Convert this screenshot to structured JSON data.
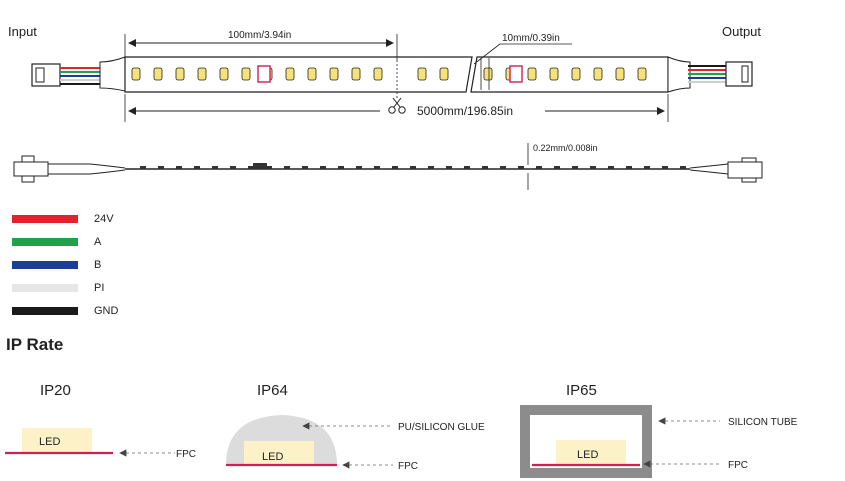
{
  "strip": {
    "input_label": "Input",
    "output_label": "Output",
    "segment_length": "100mm/3.94in",
    "pitch": "10mm/0.39in",
    "total_length": "5000mm/196.85in",
    "thickness": "0.22mm/0.008in"
  },
  "legend": [
    {
      "label": "24V",
      "color": "#e3232c"
    },
    {
      "label": "A",
      "color": "#1fa24a"
    },
    {
      "label": "B",
      "color": "#1c3e93"
    },
    {
      "label": "PI",
      "color": "#e6e6e6"
    },
    {
      "label": "GND",
      "color": "#1a1a1a"
    }
  ],
  "ip_rate": {
    "title": "IP Rate",
    "variants": [
      {
        "name": "IP20",
        "led_label": "LED",
        "pointers": [
          "FPC"
        ]
      },
      {
        "name": "IP64",
        "led_label": "LED",
        "pointers": [
          "PU/SILICON GLUE",
          "FPC"
        ]
      },
      {
        "name": "IP65",
        "led_label": "LED",
        "pointers": [
          "SILICON TUBE",
          "FPC"
        ]
      }
    ]
  },
  "colors": {
    "led_fill": "#fdf1c7",
    "fpc": "#d11f53",
    "glue": "#dcdcdc",
    "tube": "#8c8c8c"
  }
}
